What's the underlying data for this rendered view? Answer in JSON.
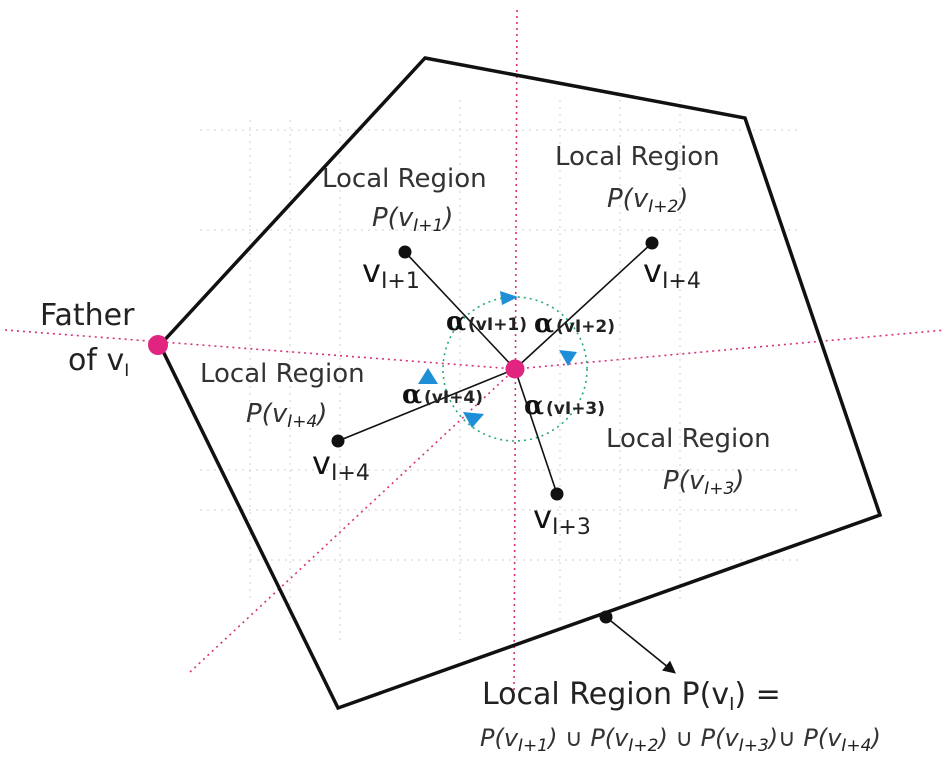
{
  "colors": {
    "outline": "#111111",
    "guide": "#d8307a",
    "node": "#111111",
    "center": "#e0247f",
    "triangle": "#1e8fd6",
    "arc": "#2aa87a",
    "grid": "#cfcfcf"
  },
  "father": {
    "line1": "Father",
    "line2": "of v",
    "sub": "I"
  },
  "regions": [
    {
      "title": "Local Region",
      "formula": "P(v",
      "sub": "I+1",
      "close": ")"
    },
    {
      "title": "Local Region",
      "formula": "P(v",
      "sub": "I+2",
      "close": ")"
    },
    {
      "title": "Local Region",
      "formula": "P(v",
      "sub": "I+4",
      "close": ")"
    },
    {
      "title": "Local Region",
      "formula": "P(v",
      "sub": "I+3",
      "close": ")"
    }
  ],
  "vertices": [
    {
      "base": "v",
      "sub": "I+1"
    },
    {
      "base": "v",
      "sub": "I+4"
    },
    {
      "base": "v",
      "sub": "I+4"
    },
    {
      "base": "v",
      "sub": "I+3"
    }
  ],
  "angles": [
    {
      "symbol": "α",
      "sub": "(vI+1)"
    },
    {
      "symbol": "α",
      "sub": "(vI+2)"
    },
    {
      "symbol": "α",
      "sub": "(vI+4)"
    },
    {
      "symbol": "α",
      "sub": "(vI+3)"
    }
  ],
  "bottom": {
    "title": "Local Region P(v",
    "title_sub": "I",
    "title_end": ") =",
    "union": [
      {
        "pre": "P(v",
        "sub": "I+1",
        "post": ")"
      },
      {
        "pre": " ∪ P(v",
        "sub": "I+2",
        "post": ")"
      },
      {
        "pre": " ∪ P(v",
        "sub": "I+3",
        "post": ")"
      },
      {
        "pre": "∪ P(v",
        "sub": "I+4",
        "post": ")"
      }
    ]
  }
}
